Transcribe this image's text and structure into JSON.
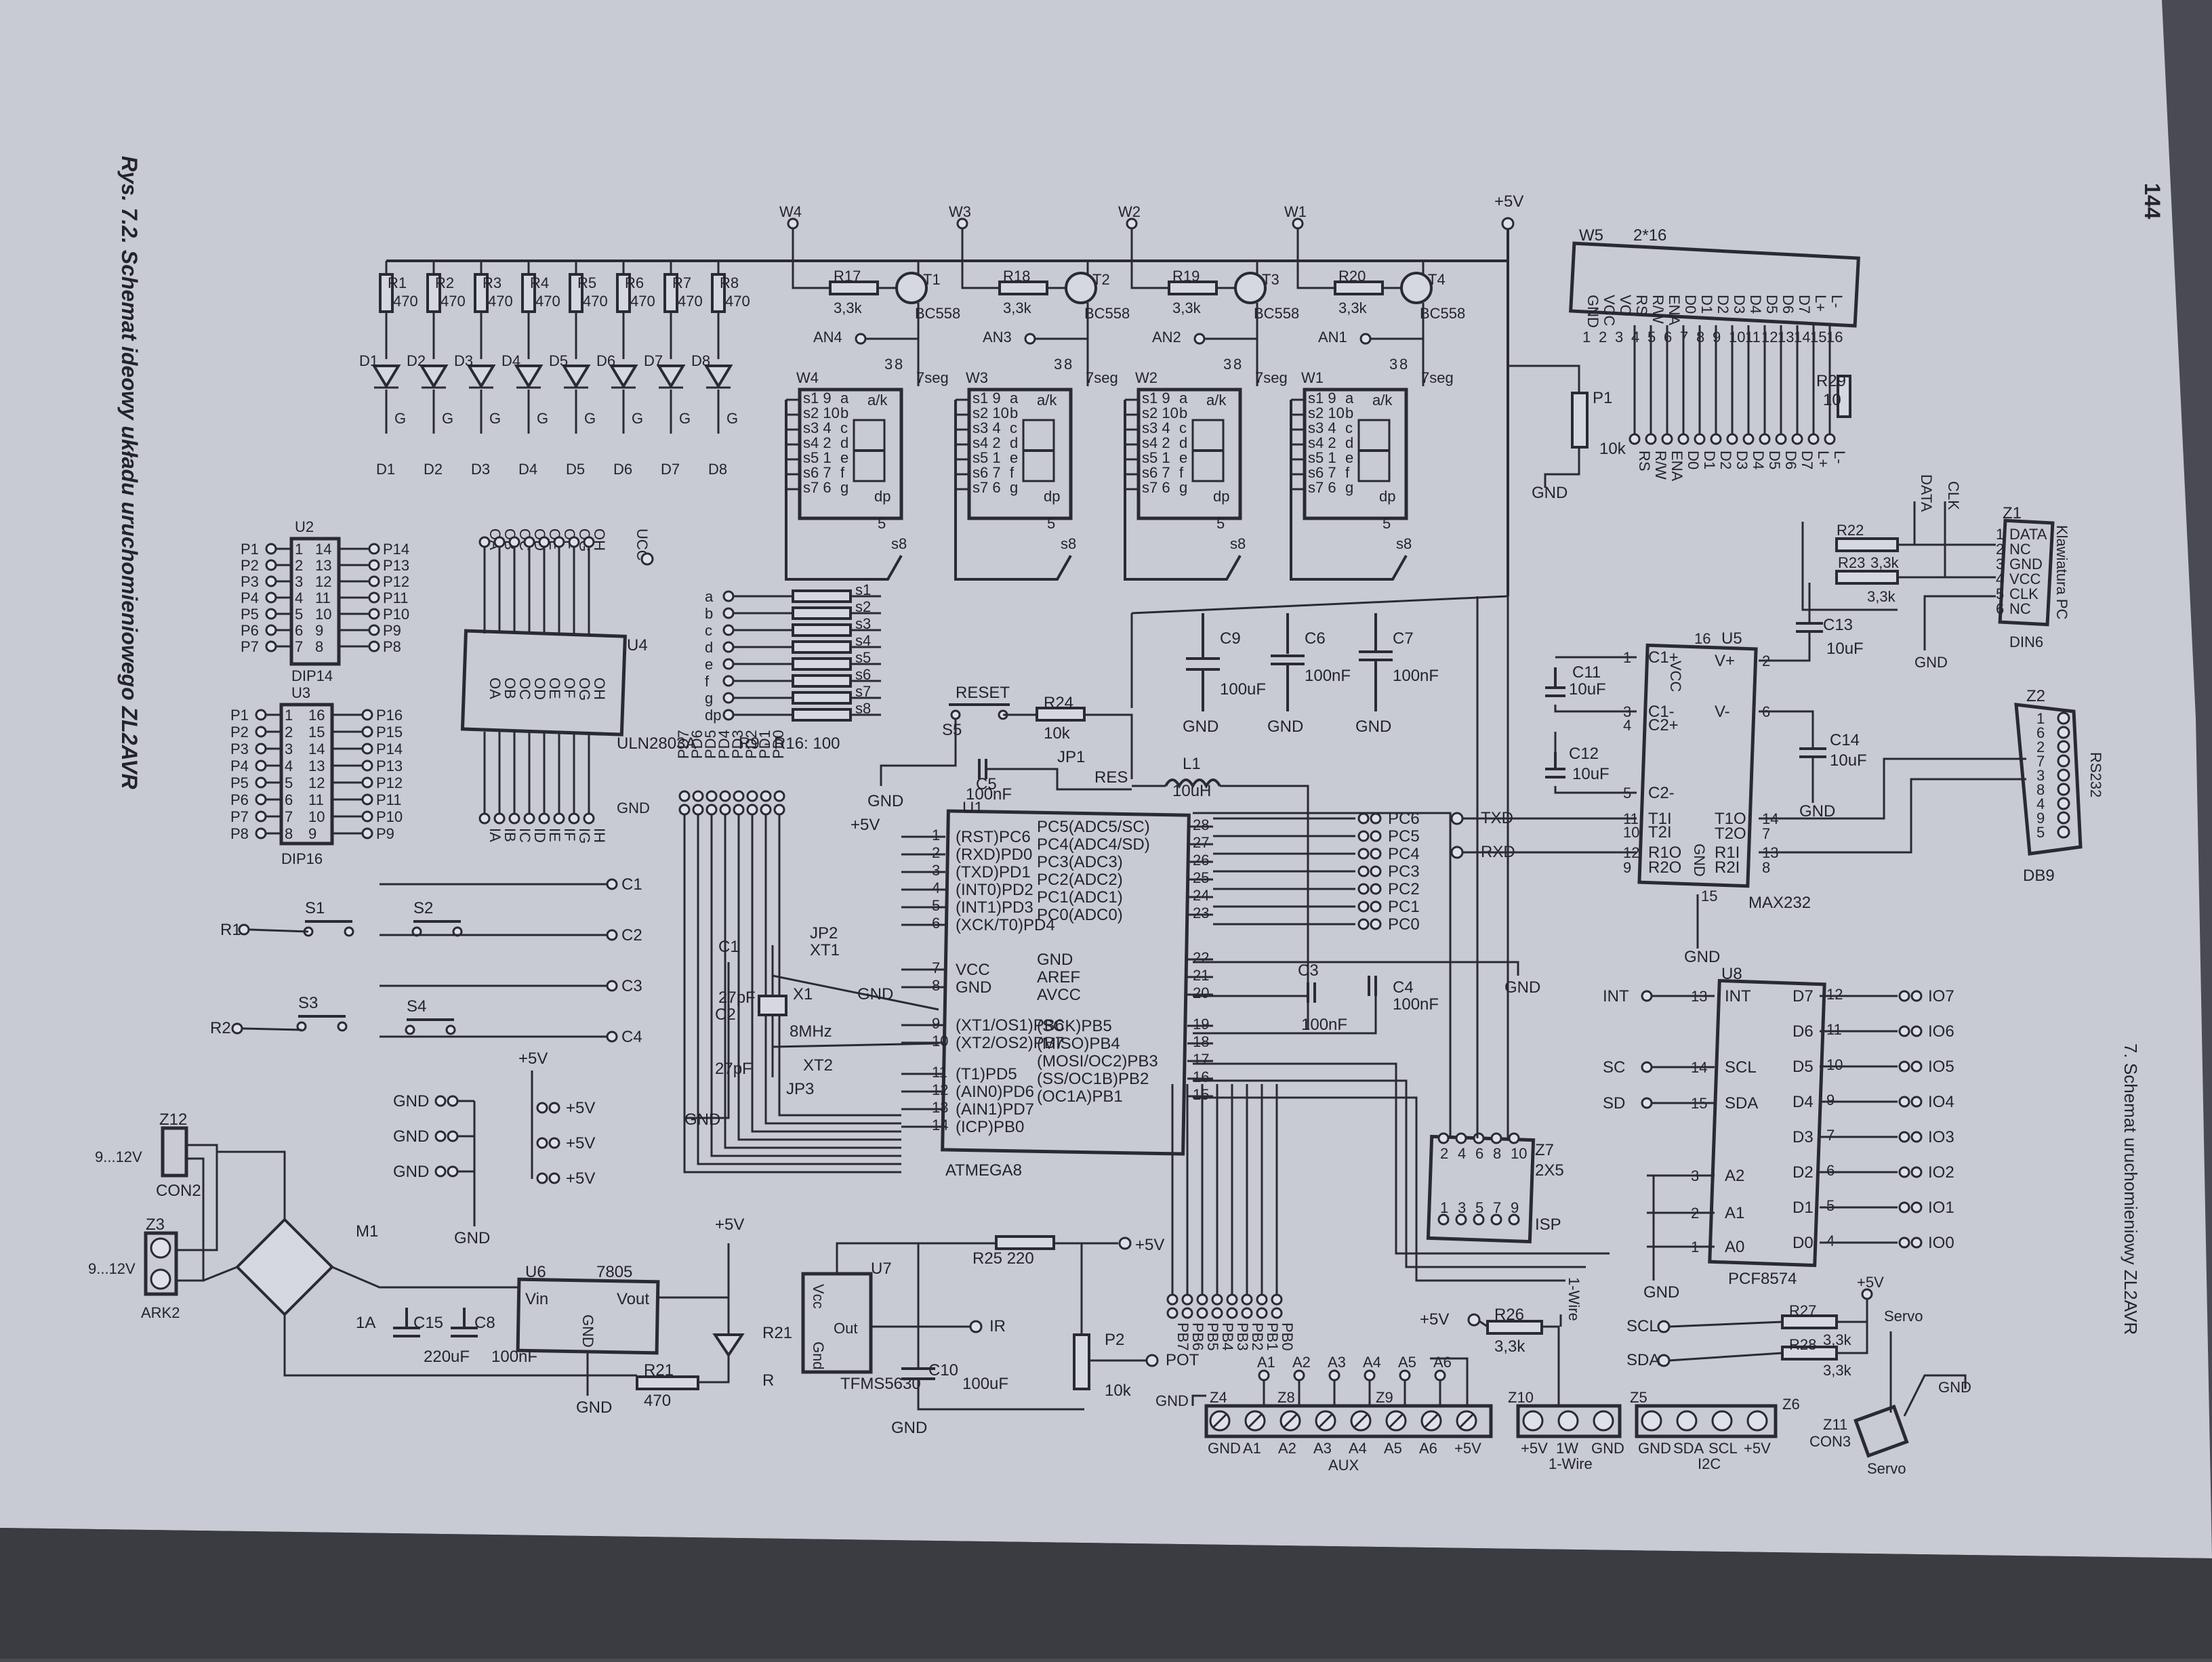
{
  "page": {
    "number": "144",
    "running_head": "7. Schemat uruchomieniowy ZL2AVR"
  },
  "figure": {
    "caption": "Rys. 7.2. Schemat ideowy układu uruchomieniowego ZL2AVR"
  },
  "power": {
    "vcc": "+5V",
    "gnd": "GND"
  },
  "leds": {
    "resistors": [
      "R1",
      "R2",
      "R3",
      "R4",
      "R5",
      "R6",
      "R7",
      "R8"
    ],
    "value": "470",
    "diodes": [
      "D1",
      "D2",
      "D3",
      "D4",
      "D5",
      "D6",
      "D7",
      "D8"
    ],
    "pin": "G"
  },
  "display": {
    "digits": [
      "W4",
      "W3",
      "W2",
      "W1"
    ],
    "digit_label": "7seg",
    "transistors": [
      "T1",
      "T2",
      "T3",
      "T4"
    ],
    "transistor_type": "BC558",
    "base_resistors": [
      "R17",
      "R18",
      "R19",
      "R20"
    ],
    "base_value": "3,3k",
    "anodes": [
      "AN4",
      "AN3",
      "AN2",
      "AN1"
    ],
    "seg_pins": [
      "s1 9",
      "s2 10",
      "s3 4",
      "s4 2",
      "s5 1",
      "s6 7",
      "s7 6"
    ],
    "seg_names": [
      "a",
      "b",
      "c",
      "d",
      "e",
      "f",
      "g"
    ],
    "common": "a/k",
    "dp": "dp",
    "segment_inputs": [
      "a",
      "b",
      "c",
      "d",
      "e",
      "f",
      "g",
      "dp"
    ],
    "segment_nets": [
      "s1",
      "s2",
      "s3",
      "s4",
      "s5",
      "s6",
      "s7",
      "s8"
    ],
    "segment_resistors": "R9 - R16: 100"
  },
  "lcd": {
    "ref": "W5",
    "type": "2*16",
    "pins": [
      "GND",
      "VCC",
      "VO",
      "RS",
      "R/W",
      "ENA",
      "D0",
      "D1",
      "D2",
      "D3",
      "D4",
      "D5",
      "D6",
      "D7",
      "L+",
      "L-"
    ],
    "pot": "P1",
    "pot_value": "10k",
    "r": "R29",
    "r_value": "10"
  },
  "keyboard": {
    "ref": "Z1",
    "label": "Klawiatura PC",
    "pins": [
      "DATA",
      "NC",
      "GND",
      "VCC",
      "CLK",
      "NC"
    ],
    "conn": "DIN6",
    "nets": [
      "CLK",
      "DATA"
    ],
    "r1": "R22",
    "r2": "R23",
    "r_value": "3,3k"
  },
  "dip14": {
    "ref": "U2",
    "name": "DIP14",
    "left": [
      "P1",
      "P2",
      "P3",
      "P4",
      "P5",
      "P6",
      "P7"
    ],
    "right": [
      "P14",
      "P13",
      "P12",
      "P11",
      "P10",
      "P9",
      "P8"
    ]
  },
  "dip16": {
    "ref": "U3",
    "name": "DIP16",
    "left": [
      "P1",
      "P2",
      "P3",
      "P4",
      "P5",
      "P6",
      "P7",
      "P8"
    ],
    "right": [
      "P16",
      "P15",
      "P14",
      "P13",
      "P12",
      "P11",
      "P10",
      "P9"
    ]
  },
  "uln": {
    "ref": "U4",
    "name": "ULN2803A",
    "top": [
      "OA",
      "OB",
      "OC",
      "OD",
      "OE",
      "OF",
      "OG",
      "OH"
    ],
    "bottom": [
      "IA",
      "IB",
      "IC",
      "ID",
      "IE",
      "IF",
      "IG",
      "IH"
    ],
    "ucc": "UCC"
  },
  "reset": {
    "label": "RESET",
    "switch": "S5",
    "r": "R24",
    "r_value": "10k",
    "c": "C5",
    "c_value": "100nF",
    "jumper": "JP1",
    "net": "RES"
  },
  "supply_caps": [
    {
      "ref": "C9",
      "value": "100uF"
    },
    {
      "ref": "C6",
      "value": "100nF"
    },
    {
      "ref": "C7",
      "value": "100nF"
    }
  ],
  "mcu": {
    "ref": "U1",
    "name": "ATMEGA8",
    "left": [
      {
        "n": "1",
        "l": "(RST)PC6"
      },
      {
        "n": "2",
        "l": "(RXD)PD0"
      },
      {
        "n": "3",
        "l": "(TXD)PD1"
      },
      {
        "n": "4",
        "l": "(INT0)PD2"
      },
      {
        "n": "5",
        "l": "(INT1)PD3"
      },
      {
        "n": "6",
        "l": "(XCK/T0)PD4"
      },
      {
        "n": "7",
        "l": "VCC"
      },
      {
        "n": "8",
        "l": "GND"
      },
      {
        "n": "9",
        "l": "(XT1/OS1)PB6"
      },
      {
        "n": "10",
        "l": "(XT2/OS2)PB7"
      },
      {
        "n": "11",
        "l": "(T1)PD5"
      },
      {
        "n": "12",
        "l": "(AIN0)PD6"
      },
      {
        "n": "13",
        "l": "(AIN1)PD7"
      },
      {
        "n": "14",
        "l": "(ICP)PB0"
      }
    ],
    "right": [
      {
        "n": "28",
        "l": "PC5(ADC5/SC)"
      },
      {
        "n": "27",
        "l": "PC4(ADC4/SD)"
      },
      {
        "n": "26",
        "l": "PC3(ADC3)"
      },
      {
        "n": "25",
        "l": "PC2(ADC2)"
      },
      {
        "n": "24",
        "l": "PC1(ADC1)"
      },
      {
        "n": "23",
        "l": "PC0(ADC0)"
      },
      {
        "n": "22",
        "l": "GND"
      },
      {
        "n": "21",
        "l": "AREF"
      },
      {
        "n": "20",
        "l": "AVCC"
      },
      {
        "n": "19",
        "l": "(SCK)PB5"
      },
      {
        "n": "18",
        "l": "(MISO)PB4"
      },
      {
        "n": "17",
        "l": "(MOSI/OC2)PB3"
      },
      {
        "n": "16",
        "l": "(SS/OC1B)PB2"
      },
      {
        "n": "15",
        "l": "(OC1A)PB1"
      }
    ],
    "port_c": [
      "PC6",
      "PC5",
      "PC4",
      "PC3",
      "PC2",
      "PC1",
      "PC0"
    ],
    "port_d": [
      "PD7",
      "PD6",
      "PD5",
      "PD4",
      "PD3",
      "PD2",
      "PD1",
      "PD0"
    ],
    "port_b": [
      "PB7",
      "PB6",
      "PB5",
      "PB4",
      "PB3",
      "PB2",
      "PB1",
      "PB0"
    ],
    "inductor": "L1",
    "inductor_value": "10uH",
    "c3": "C3",
    "c4": "C4",
    "c3_value": "100nF",
    "c4_value": "100nF"
  },
  "crystal": {
    "ref": "X1",
    "freq": "8MHz",
    "c1": "C1",
    "c2": "C2",
    "c_value": "27pF",
    "jp2": "JP2",
    "jp3": "JP3",
    "xt1": "XT1",
    "xt2": "XT2"
  },
  "keys": {
    "r1": "R1",
    "r2": "R2",
    "switches": [
      "S1",
      "S2",
      "S3",
      "S4"
    ],
    "cols": [
      "C1",
      "C2",
      "C3",
      "C4"
    ]
  },
  "headers": {
    "gnd": [
      "GND",
      "GND",
      "GND"
    ],
    "vcc": [
      "+5V",
      "+5V",
      "+5V"
    ]
  },
  "psu": {
    "con": "Z12",
    "con_name": "CON2",
    "input": "9...12V",
    "ark": "Z3",
    "ark_name": "ARK2",
    "bridge": "M1",
    "fuse": "1A",
    "c15": "C15",
    "c15_value": "220uF",
    "c8": "C8",
    "c8_value": "100nF",
    "reg": "U6",
    "reg_name": "7805",
    "vin": "Vin",
    "vout": "Vout",
    "reg_gnd": "GND",
    "led": "R21",
    "led_net": "R",
    "led_r": "R21",
    "led_r_value": "470"
  },
  "ir": {
    "ref": "U7",
    "name": "TFMS5630",
    "pins": [
      "Vcc",
      "Out",
      "Gnd"
    ],
    "net": "IR",
    "r": "R25 220",
    "c": "C10",
    "c_value": "100uF"
  },
  "pot": {
    "ref": "P2",
    "value": "10k",
    "net": "POT"
  },
  "aux": {
    "ref": "Z4",
    "ref2": "Z8",
    "ref3": "Z9",
    "nets": [
      "A1",
      "A2",
      "A3",
      "A4",
      "A5",
      "A6"
    ],
    "pins": [
      "GND",
      "A1",
      "A2",
      "A3",
      "A4",
      "A5",
      "A6",
      "+5V"
    ],
    "label": "AUX"
  },
  "onewire": {
    "ref": "Z10",
    "r": "R26",
    "r_value": "3,3k",
    "pins": [
      "+5V",
      "1W",
      "GND"
    ],
    "label": "1-Wire"
  },
  "i2c": {
    "ref": "Z5",
    "ref2": "Z6",
    "pins": [
      "GND",
      "SDA",
      "SCL",
      "+5V"
    ],
    "label": "I2C",
    "r1": "R27",
    "r2": "R28",
    "r_value": "3,3k",
    "nets": [
      "SCL",
      "SDA"
    ]
  },
  "servo": {
    "ref": "Z11",
    "name": "CON3",
    "label": "Servo",
    "pins": [
      "Servo",
      "+5V",
      "GND"
    ]
  },
  "isp": {
    "ref": "Z7",
    "name": "2X5",
    "label": "ISP",
    "top": [
      "1",
      "3",
      "5",
      "7",
      "9"
    ],
    "bottom": [
      "2",
      "4",
      "6",
      "8",
      "10"
    ]
  },
  "max232": {
    "ref": "U5",
    "name": "MAX232",
    "left": [
      {
        "n": "1",
        "l": "C1+"
      },
      {
        "n": "3",
        "l": "C1-"
      },
      {
        "n": "4",
        "l": "C2+"
      },
      {
        "n": "5",
        "l": "C2-"
      },
      {
        "n": "11",
        "l": "T1I"
      },
      {
        "n": "10",
        "l": "T2I"
      },
      {
        "n": "12",
        "l": "R1O"
      },
      {
        "n": "9",
        "l": "R2O"
      }
    ],
    "right": [
      {
        "n": "2",
        "l": "V+"
      },
      {
        "n": "6",
        "l": "V-"
      },
      {
        "n": "14",
        "l": "T1O"
      },
      {
        "n": "7",
        "l": "T2O"
      },
      {
        "n": "13",
        "l": "R1I"
      },
      {
        "n": "8",
        "l": "R2I"
      }
    ],
    "vcc": "VCC",
    "gnd": "GND",
    "caps": [
      "C11",
      "C12",
      "C13",
      "C14"
    ],
    "cap_value": "10uF",
    "nets": [
      "TXD",
      "RXD"
    ],
    "db9": "Z2",
    "db9_name": "DB9",
    "rs": "RS232"
  },
  "pcf": {
    "ref": "U8",
    "name": "PCF8574",
    "left": [
      {
        "n": "13",
        "l": "INT"
      },
      {
        "n": "14",
        "l": "SCL"
      },
      {
        "n": "15",
        "l": "SDA"
      },
      {
        "n": "3",
        "l": "A2"
      },
      {
        "n": "2",
        "l": "A1"
      },
      {
        "n": "1",
        "l": "A0"
      }
    ],
    "left_nets": [
      "INT",
      "SC",
      "SD"
    ],
    "right": [
      {
        "n": "12",
        "l": "D7",
        "io": "IO7"
      },
      {
        "n": "11",
        "l": "D6",
        "io": "IO6"
      },
      {
        "n": "10",
        "l": "D5",
        "io": "IO5"
      },
      {
        "n": "9",
        "l": "D4",
        "io": "IO4"
      },
      {
        "n": "7",
        "l": "D3",
        "io": "IO3"
      },
      {
        "n": "6",
        "l": "D2",
        "io": "IO2"
      },
      {
        "n": "5",
        "l": "D1",
        "io": "IO1"
      },
      {
        "n": "4",
        "l": "D0",
        "io": "IO0"
      }
    ]
  },
  "colors": {
    "paper": "#c9cbd4",
    "ink": "#23232c",
    "background": "#4a4a52"
  }
}
